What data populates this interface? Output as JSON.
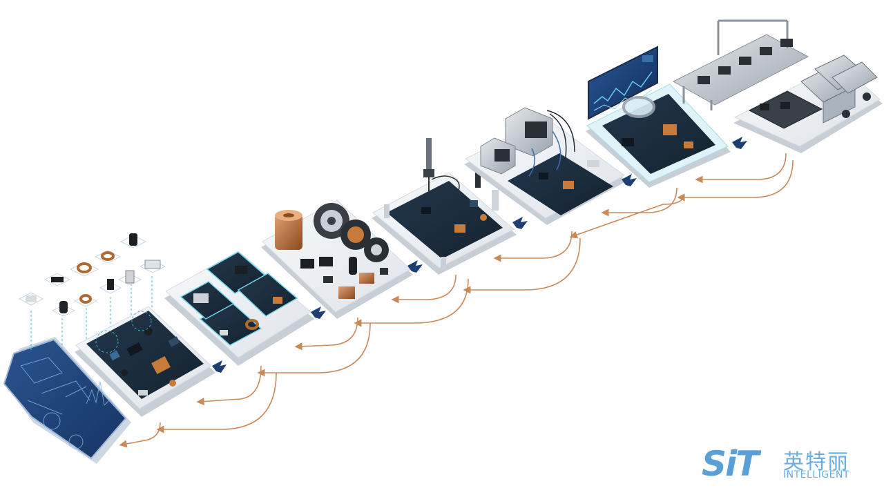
{
  "brand": {
    "mark": "SiT",
    "name_cn": "英特丽",
    "name_en": "INTELLIGENT"
  },
  "colors": {
    "process_arrow": "#1f3f73",
    "feedback_loop": "#c98a5a",
    "board_green": "#1a2c3c",
    "board_accent": "#c87a3a",
    "platform": "#eef1f5",
    "blueprint": "#1e3d6e",
    "connector": "#3fb8d8"
  },
  "stages": [
    {
      "id": "design-blueprint",
      "icon": "blueprint-icon"
    },
    {
      "id": "pcb-assembly",
      "icon": "circuit-board-icon"
    },
    {
      "id": "module-integration",
      "icon": "module-icon"
    },
    {
      "id": "magnetics-motors",
      "icon": "coil-motor-icon"
    },
    {
      "id": "test-fixture",
      "icon": "probe-icon"
    },
    {
      "id": "system-wiring",
      "icon": "wiring-icon"
    },
    {
      "id": "inspection",
      "icon": "magnifier-icon"
    },
    {
      "id": "final-products",
      "icon": "power-supply-icon"
    }
  ]
}
